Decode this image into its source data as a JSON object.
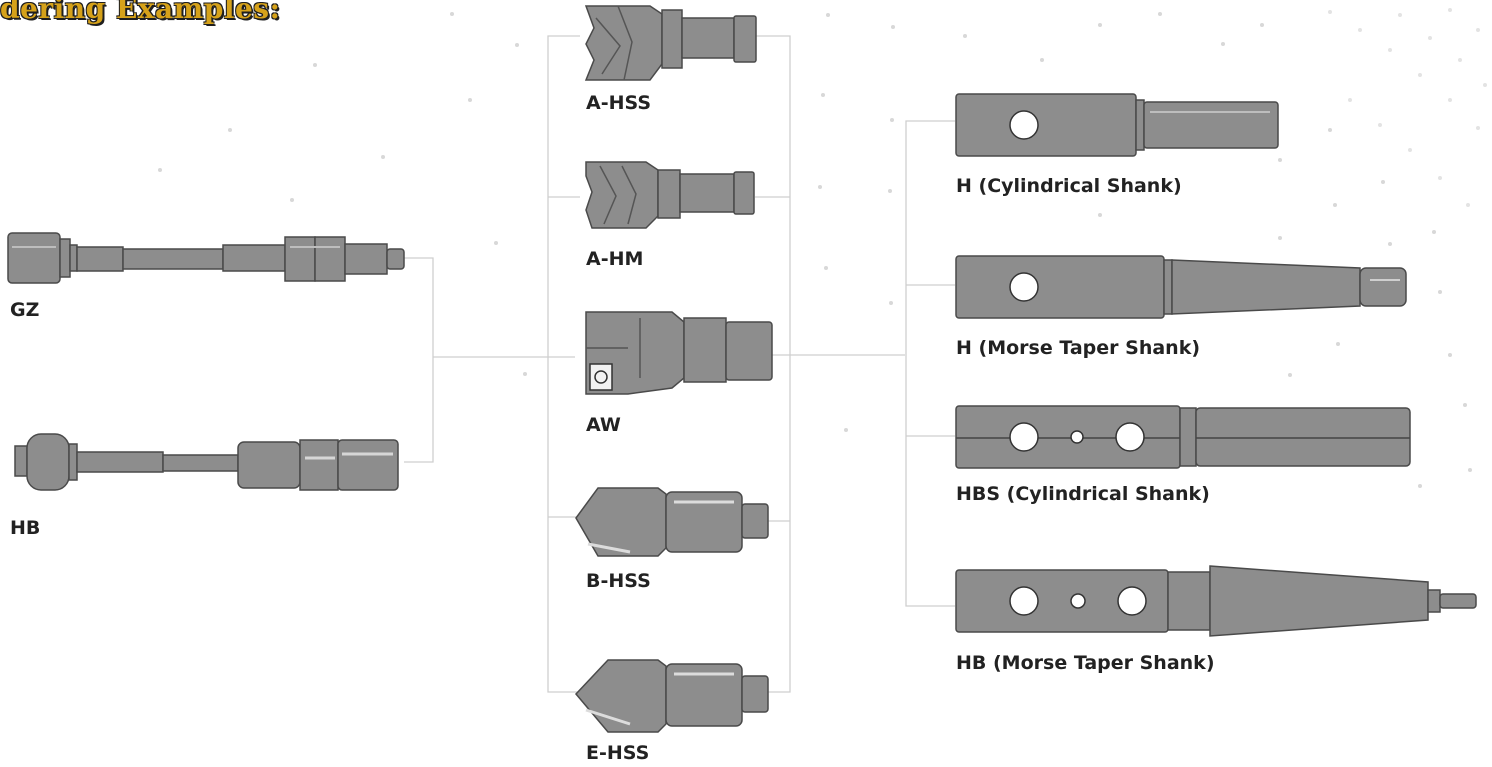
{
  "title": "dering Examples:",
  "labels": {
    "gz": "GZ",
    "hb": "HB",
    "a_hss": "A-HSS",
    "a_hm": "A-HM",
    "aw": "AW",
    "b_hss": "B-HSS",
    "e_hss": "E-HSS",
    "h_cyl": "H (Cylindrical Shank)",
    "h_morse": "H (Morse Taper Shank)",
    "hbs_cyl": "HBS (Cylindrical Shank)",
    "hb_morse": "HB (Morse Taper Shank)"
  },
  "colors": {
    "title": "#d6a21a",
    "metal": "#8a8a8a",
    "connector": "#cfcfcf"
  }
}
